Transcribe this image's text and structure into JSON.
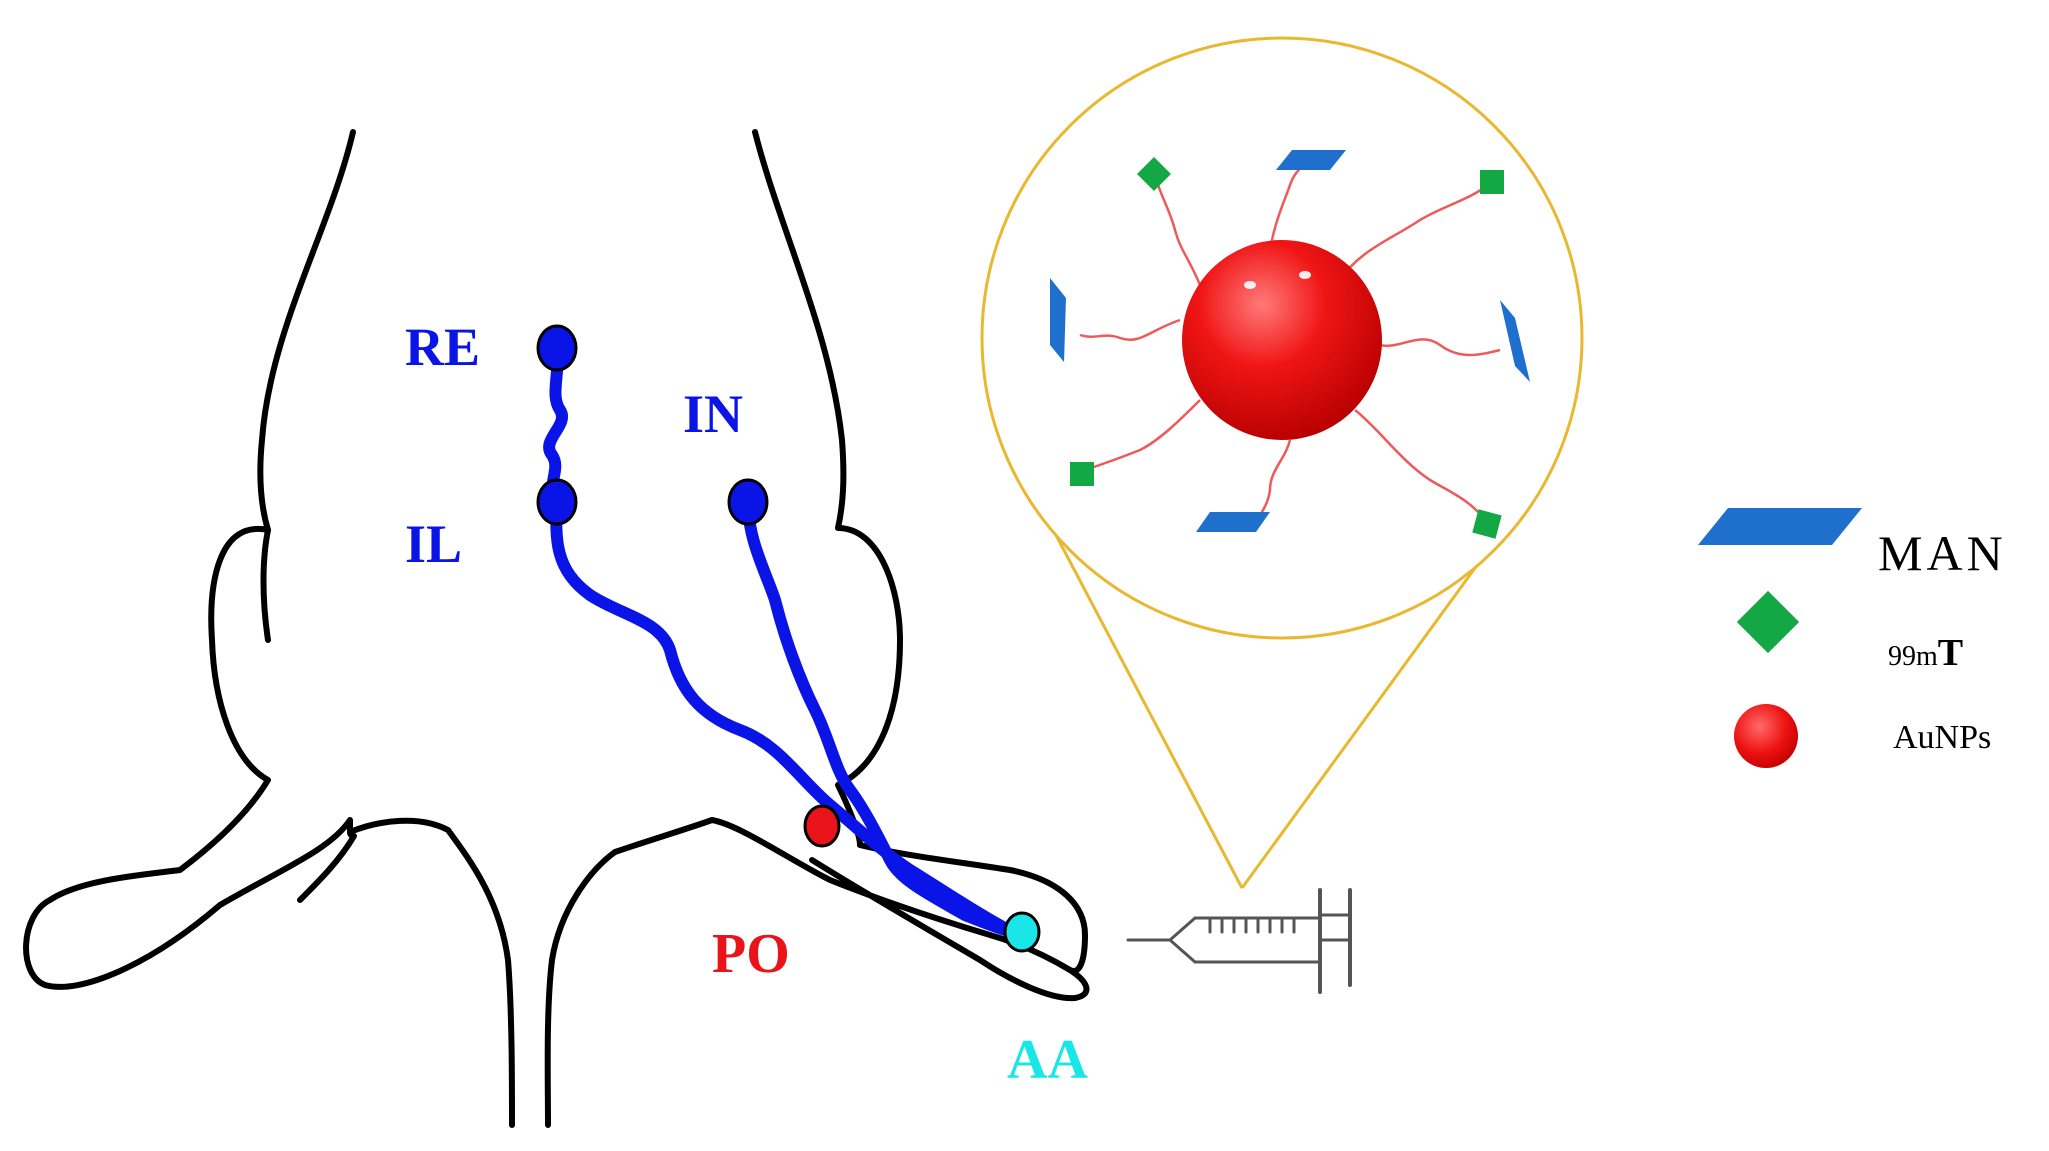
{
  "labels": {
    "re": "RE",
    "in": "IN",
    "il": "IL",
    "po": "PO",
    "aa": "AA"
  },
  "legend": {
    "man": "MAN",
    "tc_prefix": "99m",
    "tc_suffix": "T",
    "aunps": "AuNPs"
  },
  "colors": {
    "lymph": "#0a14e6",
    "popliteal": "#e8141a",
    "injection": "#19e6e6",
    "zoom": "#e8b830",
    "man": "#1f6fcc",
    "tc": "#14a844",
    "nanoparticle": "#ee1111",
    "linker": "#ee5a5a",
    "outline": "#000000"
  },
  "icons": [
    "rat-outline",
    "syringe-icon",
    "nanoparticle-icon",
    "man-icon",
    "tc-icon",
    "aunps-icon"
  ]
}
